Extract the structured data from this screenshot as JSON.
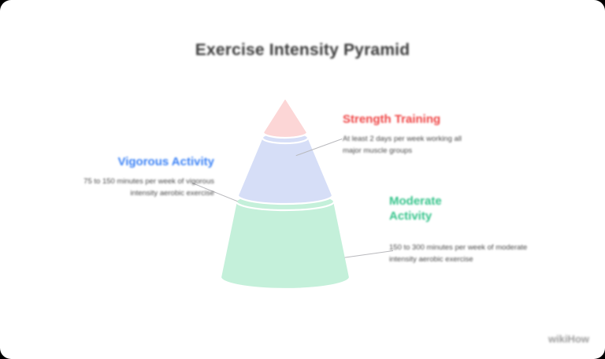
{
  "page": {
    "title": "Exercise Intensity Pyramid",
    "background_color": "#000000",
    "card_color": "#ffffff",
    "watermark": "wikiHow"
  },
  "pyramid": {
    "style": "3d-cone",
    "tiers": [
      {
        "id": "strength-training",
        "position": "top",
        "fill": "#fcd6d6",
        "stroke": "#ffffff",
        "label": "Strength Training"
      },
      {
        "id": "vigorous-activity",
        "position": "middle",
        "fill": "#d6def7",
        "stroke": "#ffffff",
        "label": "Vigorous Activity"
      },
      {
        "id": "moderate-activity",
        "position": "bottom",
        "fill": "#c4f0da",
        "stroke": "#ffffff",
        "label": "Moderate Activity"
      }
    ]
  },
  "labels": {
    "strength": {
      "title": "Strength Training",
      "color": "#ef4444",
      "description": "At least 2 days per week working all major muscle groups"
    },
    "vigorous": {
      "title": "Vigorous Activity",
      "color": "#3b82f6",
      "description": "75 to 150 minutes per week of vigorous intensity aerobic exercise"
    },
    "moderate": {
      "title": "Moderate Activity",
      "color": "#34c38a",
      "description": "150 to 300 minutes per week of moderate intensity aerobic exercise"
    }
  }
}
